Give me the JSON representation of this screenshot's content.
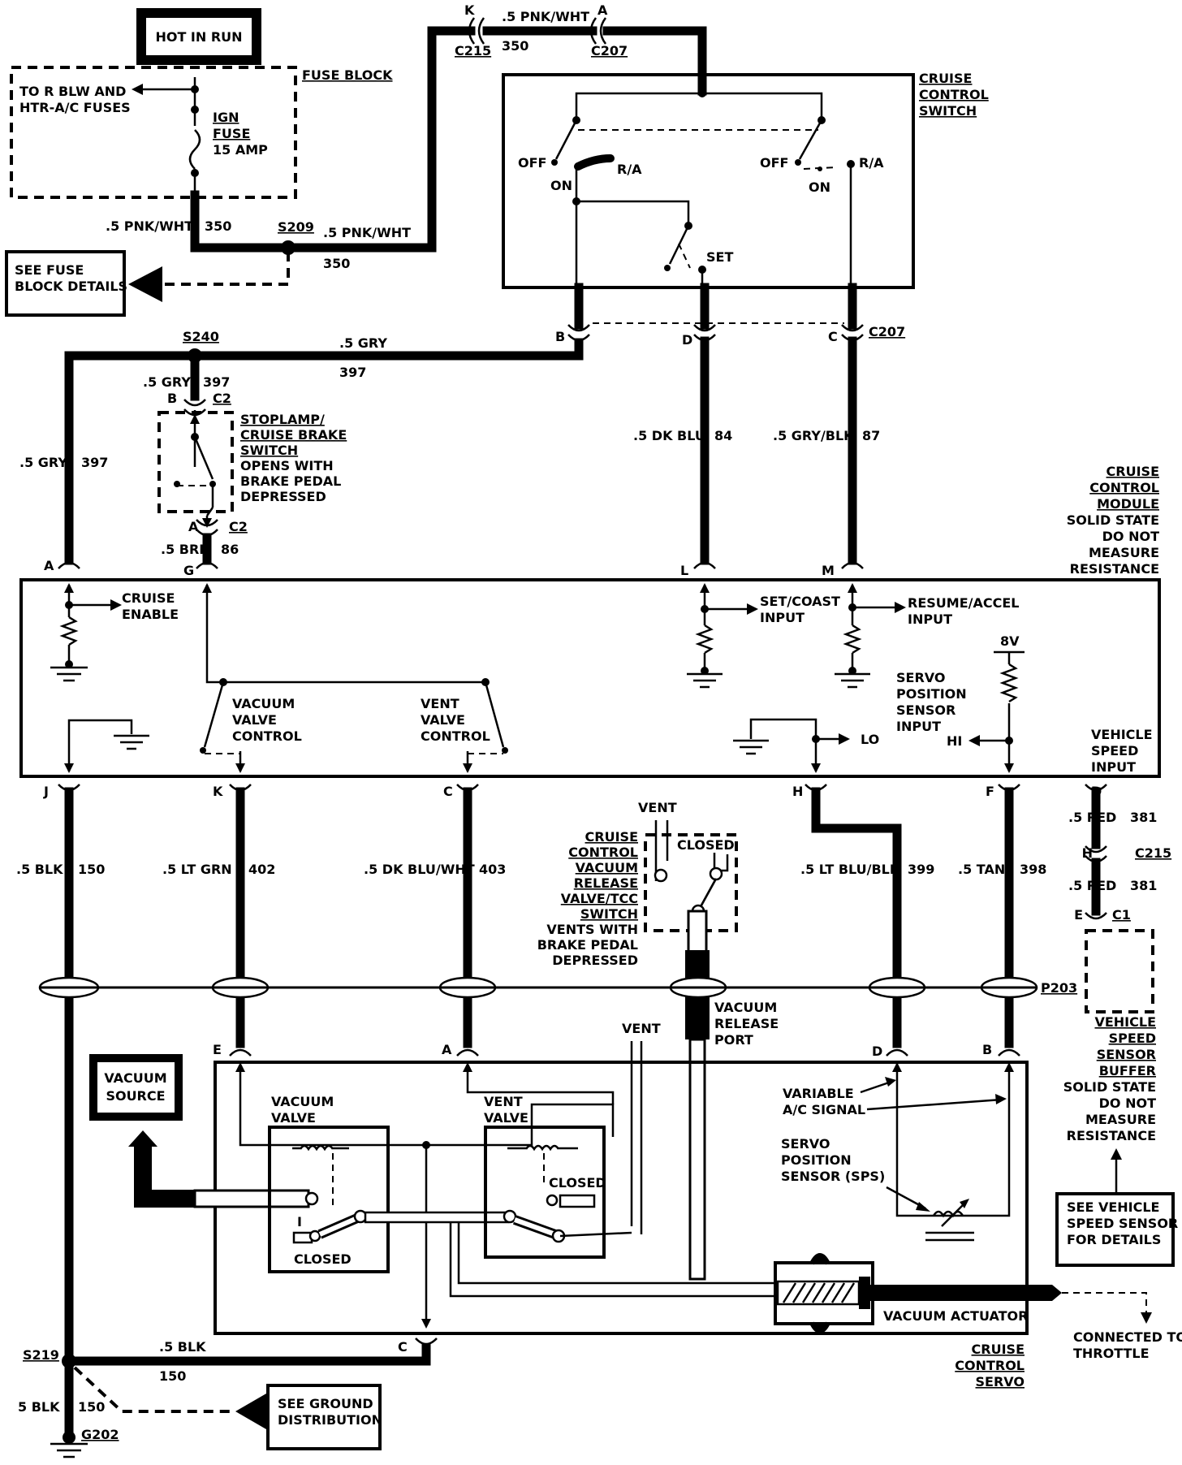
{
  "hot_in_run": "HOT IN RUN",
  "fuse_block": {
    "title": "FUSE BLOCK",
    "to_fuses_line1": "TO R BLW AND",
    "to_fuses_line2": "HTR-A/C FUSES",
    "fuse_line1": "IGN",
    "fuse_line2": "FUSE",
    "fuse_line3": "15 AMP"
  },
  "see_fuse_line1": "SEE FUSE",
  "see_fuse_line2": "BLOCK DETAILS",
  "splices": {
    "s209": "S209",
    "s240": "S240",
    "s219": "S219",
    "g202": "G202"
  },
  "connectors": {
    "c215": "C215",
    "c207": "C207",
    "c2": "C2",
    "c1": "C1",
    "p203": "P203",
    "pin_a": "A",
    "pin_b": "B",
    "pin_c": "C",
    "pin_d": "D",
    "pin_e": "E",
    "pin_f": "F",
    "pin_g": "G",
    "pin_h": "H",
    "pin_j": "J",
    "pin_k": "K",
    "pin_l": "L",
    "pin_m": "M"
  },
  "wires": {
    "pnk_wht": ".5 PNK/WHT",
    "num_350": "350",
    "gry": ".5 GRY",
    "num_397": "397",
    "brn": ".5 BRN",
    "num_86": "86",
    "dk_blu": ".5 DK BLU",
    "num_84": "84",
    "gry_blk": ".5 GRY/BLK",
    "num_87": "87",
    "blk": ".5 BLK",
    "blk_ground": "5 BLK",
    "num_150": "150",
    "lt_grn": ".5  LT GRN",
    "num_402": "402",
    "dk_blu_wht": ".5 DK BLU/WHT",
    "num_403": "403",
    "lt_blu_blk": ".5 LT BLU/BLK",
    "num_399": "399",
    "tan": ".5 TAN",
    "num_398": "398",
    "red": ".5 RED",
    "num_381": "381"
  },
  "cruise_switch": {
    "title_line1": "CRUISE",
    "title_line2": "CONTROL",
    "title_line3": "SWITCH",
    "off": "OFF",
    "on": "ON",
    "ra": "R/A",
    "set": "SET"
  },
  "stoplamp": {
    "line1": "STOPLAMP/",
    "line2": "CRUISE BRAKE",
    "line3": "SWITCH",
    "line4": "OPENS WITH",
    "line5": "BRAKE PEDAL",
    "line6": "DEPRESSED"
  },
  "module": {
    "title_line1": "CRUISE",
    "title_line2": "CONTROL",
    "title_line3": "MODULE",
    "note_line1": "SOLID STATE",
    "note_line2": "DO NOT",
    "note_line3": "MEASURE",
    "note_line4": "RESISTANCE",
    "cruise_enable_line1": "CRUISE",
    "cruise_enable_line2": "ENABLE",
    "set_coast_line1": "SET/COAST",
    "set_coast_line2": "INPUT",
    "resume_line1": "RESUME/ACCEL",
    "resume_line2": "INPUT",
    "eight_v": "8V",
    "servo_line1": "SERVO",
    "servo_line2": "POSITION",
    "servo_line3": "SENSOR",
    "servo_line4": "INPUT",
    "hi": "HI",
    "lo": "LO",
    "vac_ctrl_line1": "VACUUM",
    "vac_ctrl_line2": "VALVE",
    "vac_ctrl_line3": "CONTROL",
    "vent_ctrl_line1": "VENT",
    "vent_ctrl_line2": "VALVE",
    "vent_ctrl_line3": "CONTROL",
    "vss_line1": "VEHICLE",
    "vss_line2": "SPEED",
    "vss_line3": "INPUT"
  },
  "release_switch": {
    "vent": "VENT",
    "closed": "CLOSED",
    "line1": "CRUISE",
    "line2": "CONTROL",
    "line3": "VACUUM",
    "line4": "RELEASE",
    "line5": "VALVE/TCC",
    "line6": "SWITCH",
    "line7": "VENTS WITH",
    "line8": "BRAKE PEDAL",
    "line9": "DEPRESSED"
  },
  "release_port_line1": "VACUUM",
  "release_port_line2": "RELEASE",
  "release_port_line3": "PORT",
  "vss_buffer": {
    "line1": "VEHICLE",
    "line2": "SPEED",
    "line3": "SENSOR",
    "line4": "BUFFER",
    "note1": "SOLID STATE",
    "note2": "DO NOT",
    "note3": "MEASURE",
    "note4": "RESISTANCE"
  },
  "see_vss_line1": "SEE VEHICLE",
  "see_vss_line2": "SPEED SENSOR",
  "see_vss_line3": "FOR DETAILS",
  "servo": {
    "vent": "VENT",
    "vacuum_source_line1": "VACUUM",
    "vacuum_source_line2": "SOURCE",
    "vacuum_valve_line1": "VACUUM",
    "vacuum_valve_line2": "VALVE",
    "vent_valve_line1": "VENT",
    "vent_valve_line2": "VALVE",
    "closed": "CLOSED",
    "variable_line1": "VARIABLE",
    "variable_line2": "A/C SIGNAL",
    "sps_line1": "SERVO",
    "sps_line2": "POSITION",
    "sps_line3": "SENSOR (SPS)",
    "actuator": "VACUUM ACTUATOR",
    "connected_line1": "CONNECTED TO",
    "connected_line2": "THROTTLE",
    "title_line1": "CRUISE",
    "title_line2": "CONTROL",
    "title_line3": "SERVO"
  },
  "see_ground_line1": "SEE GROUND",
  "see_ground_line2": "DISTRIBUTION"
}
